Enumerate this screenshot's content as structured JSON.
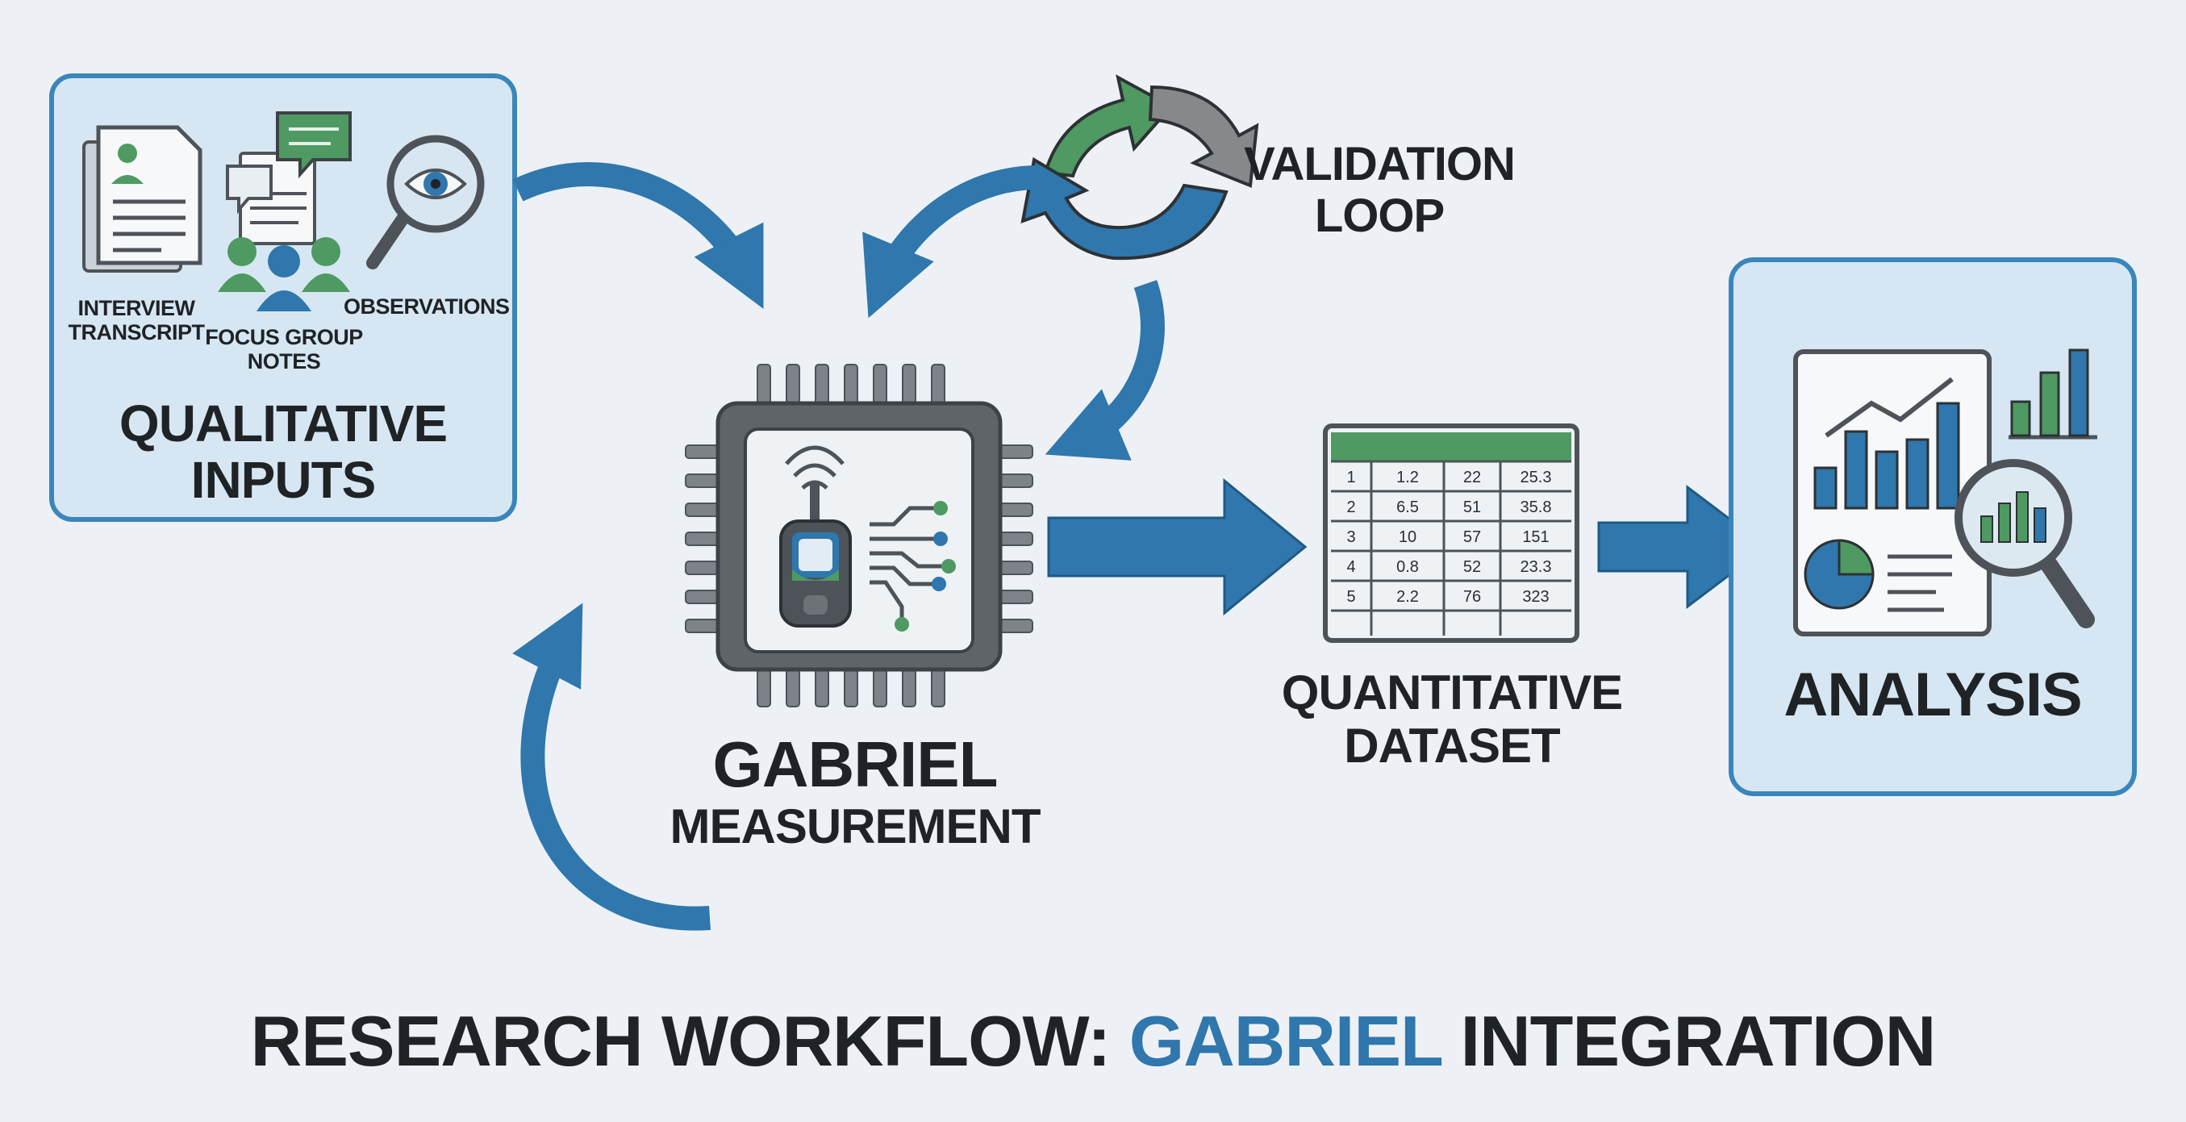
{
  "title": {
    "prefix": "RESEARCH WORKFLOW:",
    "accent": "GABRIEL",
    "suffix": "INTEGRATION"
  },
  "inputs": {
    "heading_line1": "QUALITATIVE",
    "heading_line2": "INPUTS",
    "items": [
      {
        "label_line1": "INTERVIEW",
        "label_line2": "TRANSCRIPT",
        "icon": "document-person-icon"
      },
      {
        "label_line1": "FOCUS GROUP",
        "label_line2": "NOTES",
        "icon": "group-chat-icon"
      },
      {
        "label_line1": "OBSERVATIONS",
        "label_line2": "",
        "icon": "magnifier-eye-icon"
      }
    ]
  },
  "validation": {
    "line1": "VALIDATION",
    "line2": "LOOP"
  },
  "measurement": {
    "line1": "GABRIEL",
    "line2": "MEASUREMENT"
  },
  "dataset": {
    "line1": "QUANTITATIVE",
    "line2": "DATASET",
    "rows": [
      [
        "1",
        "1.2",
        "22",
        "25.3"
      ],
      [
        "2",
        "6.5",
        "51",
        "35.8"
      ],
      [
        "3",
        "10",
        "57",
        "151"
      ],
      [
        "4",
        "0.8",
        "52",
        "23.3"
      ],
      [
        "5",
        "2.2",
        "76",
        "323"
      ]
    ]
  },
  "analysis": {
    "label": "ANALYSIS"
  },
  "colors": {
    "blue": "#2f77ad",
    "green": "#4e9a62",
    "gray": "#6f7478",
    "panel": "#d6e7f3",
    "panel_border": "#3a86bb"
  }
}
